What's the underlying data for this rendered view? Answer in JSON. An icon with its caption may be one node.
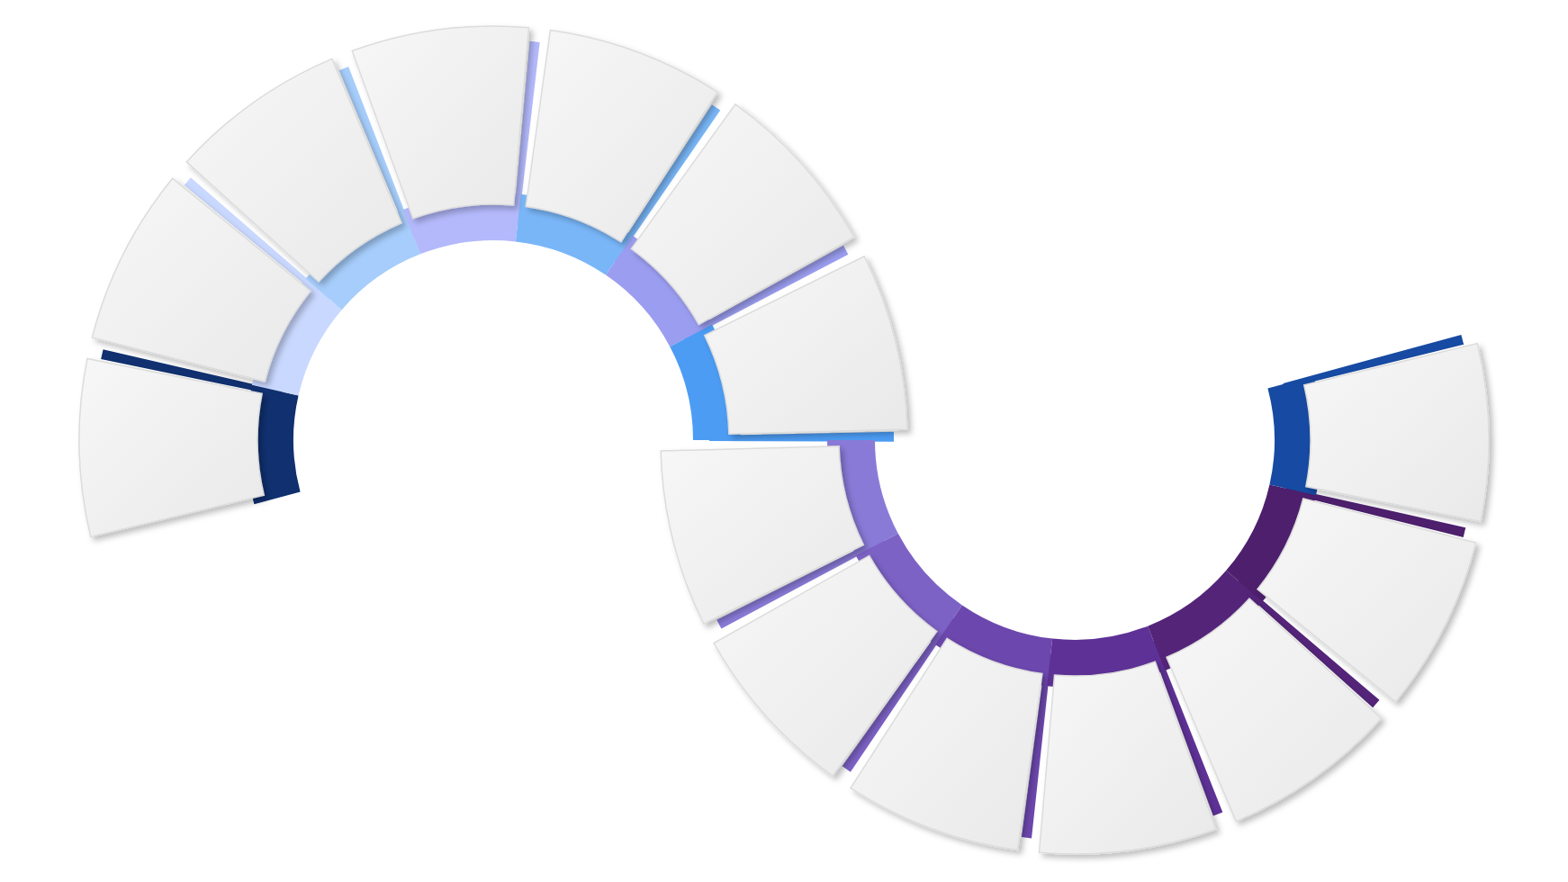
{
  "diagram": {
    "nodes": [
      {
        "text": [],
        "shape": "sector"
      },
      {
        "text": [],
        "shape": "sector"
      },
      {
        "text": [],
        "shape": "sector"
      },
      {
        "text": [],
        "shape": "sector"
      },
      {
        "text": [],
        "shape": "sector"
      },
      {
        "text": [],
        "shape": "sector"
      },
      {
        "text": [],
        "shape": "sector"
      },
      {
        "text": [],
        "shape": "sector"
      },
      {
        "text": [],
        "shape": "sector"
      },
      {
        "text": [],
        "shape": "sector"
      },
      {
        "text": [],
        "shape": "sector"
      },
      {
        "text": [],
        "shape": "sector"
      },
      {
        "text": [],
        "shape": "sector"
      },
      {
        "text": [],
        "shape": "sector"
      }
    ]
  }
}
